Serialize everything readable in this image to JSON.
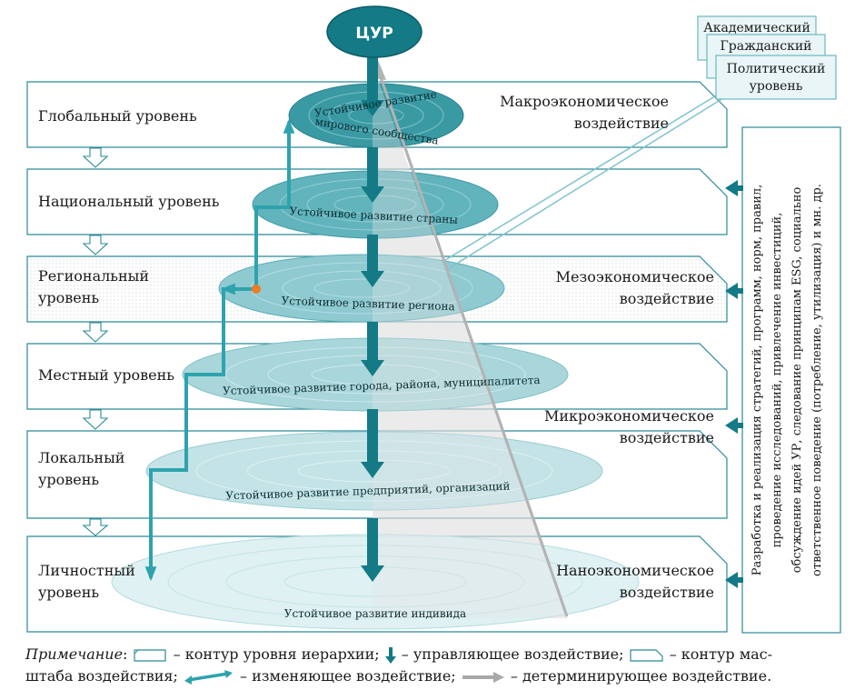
{
  "goal": "ЦУР",
  "levels": [
    {
      "label": "Глобальный уровень",
      "ellipse_label": "Устойчивое развитие мирового сообщества"
    },
    {
      "label": "Национальный уровень",
      "ellipse_label": "Устойчивое развитие страны"
    },
    {
      "label": "Региональный уровень",
      "ellipse_label": "Устойчивое развитие региона"
    },
    {
      "label": "Местный уровень",
      "ellipse_label": "Устойчивое развитие города, района, муниципалитета"
    },
    {
      "label": "Локальный уровень",
      "ellipse_label": "Устойчивое развитие предприятий, организаций"
    },
    {
      "label": "Личностный уровень",
      "ellipse_label": "Устойчивое развитие индивида"
    }
  ],
  "impacts": [
    {
      "line1": "Макроэкономическое",
      "line2": "воздействие"
    },
    {
      "line1": "Мезоэкономическое",
      "line2": "воздействие"
    },
    {
      "line1": "Микроэкономическое",
      "line2": "воздействие"
    },
    {
      "line1": "Наноэкономическое",
      "line2": "воздействие"
    }
  ],
  "stack_cards": [
    {
      "line1": "Академический",
      "line2": ""
    },
    {
      "line1": "Гражданский",
      "line2": ""
    },
    {
      "line1": "Политический",
      "line2": "уровень"
    }
  ],
  "side_panel": {
    "lines": [
      "Разработка и реализация стратегий, программ, норм, правил,",
      "проведение исследований, привлечение инвестиций,",
      "обсуждение идей УР, следование принципам ESG, социально",
      "ответственное поведение (потребление, утилизация) и мн. др."
    ]
  },
  "note": {
    "prefix": "Примечание",
    "colon": ":",
    "part1": " – контур уровня иерархии; ",
    "part2": " – управляющее воздействие; ",
    "part3": " – контур мас-",
    "part4": "штаба воздействия; ",
    "part5": " – изменяющее воздействие; ",
    "part6": " – детерминирующее воздействие."
  },
  "colors": {
    "teal_dark": "#137a86",
    "teal_mid": "#4fa9b2",
    "teal_light": "#bfe0e3",
    "outline": "#2c8a96",
    "gray_arrow": "#a8a8a8",
    "dot": "#ee7d22"
  }
}
